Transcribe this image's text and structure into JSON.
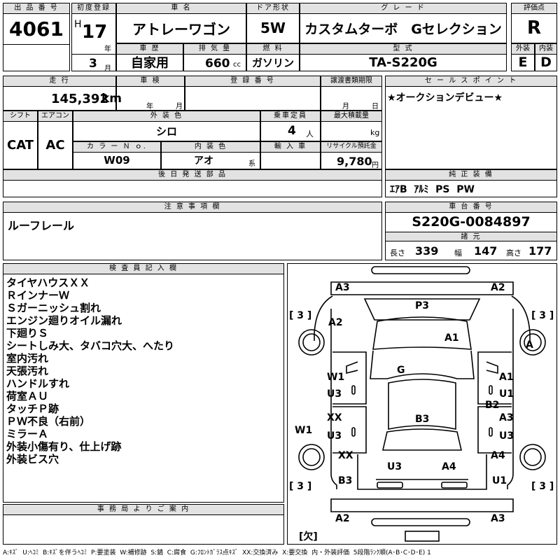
{
  "header": {
    "lot_no_label": "出 品 番 号",
    "lot_no": "4061",
    "first_reg_label": "初度登録",
    "era": "H",
    "year": "17",
    "year_unit": "年",
    "month": "3",
    "month_unit": "月",
    "car_name_label": "車 名",
    "car_name": "アトレーワゴン",
    "door_label": "ドア形状",
    "door": "5W",
    "grade_label": "グ レ ー ド",
    "grade": "カスタムターボ　Gセレクション",
    "score_label": "評価点",
    "score": "R",
    "history_label": "車 歴",
    "history": "自家用",
    "displacement_label": "排 気 量",
    "displacement": "660",
    "displacement_unit": "cc",
    "fuel_label": "燃 料",
    "fuel": "ガソリン",
    "model_label": "型 式",
    "model": "TA-S220G",
    "ext_label": "外装",
    "ext_grade": "E",
    "int_label": "内装",
    "int_grade": "D"
  },
  "specs": {
    "mileage_label": "走 行",
    "mileage": "145,392",
    "mileage_unit": "km",
    "inspection_label": "車 検",
    "insp_year_unit": "年",
    "insp_month_unit": "月",
    "regno_label": "登 録 番 号",
    "transfer_label": "譲渡書類期限",
    "transfer_month_unit": "月",
    "transfer_day_unit": "日",
    "shift_label": "シフト",
    "shift": "CAT",
    "ac_label": "エアコン",
    "ac": "AC",
    "color_label": "外 装 色",
    "color": "シロ",
    "capacity_label": "乗車定員",
    "capacity": "4",
    "capacity_unit": "人",
    "loadcap_label": "最大積載量",
    "loadcap_unit": "kg",
    "color_no_label": "カ ラ ー Ｎ ｏ.",
    "color_no": "W09",
    "interior_color_label": "内 装 色",
    "interior_color": "アオ",
    "interior_color_suffix": "系",
    "import_label": "輸 入 車",
    "recycle_label": "リサイクル預託金",
    "recycle": "9,780",
    "recycle_unit": "円"
  },
  "sales_point": {
    "label": "セ ー ル ス ポ イ ン ト",
    "text": "★オークションデビュー★"
  },
  "later_parts": {
    "label": "後 日 発 送 部 品"
  },
  "equipment": {
    "label": "純 正 装 備",
    "text": "ｴｱB  ｱﾙﾐ  PS  PW"
  },
  "notes": {
    "label": "注 意 事 項 欄",
    "text": "ルーフレール"
  },
  "chassis": {
    "label": "車 台 番 号",
    "number": "S220G-0084897"
  },
  "dimensions": {
    "label": "諸 元",
    "length_label": "長さ",
    "length": "339",
    "width_label": "幅",
    "width": "147",
    "height_label": "高さ",
    "height": "177"
  },
  "inspector": {
    "label": "検 査 員 記 入 欄",
    "lines": [
      "タイヤハウスＸＸ",
      "ＲインナーＷ",
      "Ｓガーニッシュ割れ",
      "エンジン廻りオイル漏れ",
      "下廻りＳ",
      "シートしみ大、タバコ穴大、へたり",
      "室内汚れ",
      "天張汚れ",
      "ハンドルすれ",
      "荷室ＡＵ",
      "タッチＰ跡",
      "ＰＷ不良（右前）",
      "ミラーＡ",
      "外装小傷有り、仕上げ跡",
      "外装ビス穴"
    ]
  },
  "office": {
    "label": "事 務 局 よ り ご 案 内"
  },
  "diagram_marks": {
    "a3_fl": "A3",
    "a2_fr": "A2",
    "p3": "P3",
    "bracket_l": "[ 3 ]",
    "bracket_r": "[ 3 ]",
    "a2_left": "A2",
    "a1_hood": "A1",
    "a_wheel": "A",
    "g": "G",
    "w1_l": "W1",
    "u3_l1": "U3",
    "a1_r": "A1",
    "u1_r1": "U1",
    "b2": "B2",
    "w1_side": "W1",
    "xx_l": "XX",
    "u3_l2": "U3",
    "b3_roof": "B3",
    "a3_r": "A3",
    "u3_r": "U3",
    "xx_lw": "XX",
    "u3_bot": "U3",
    "a4": "A4",
    "a4_r": "A4",
    "bracket_bl": "[ 3 ]",
    "bracket_br": "[ 3 ]",
    "b3_bot": "B3",
    "u1_r2": "U1",
    "a2_rear": "A2",
    "a3_rear": "A3",
    "missing": "[欠]"
  },
  "legend": "A:ｷｽﾞ  U:ﾍｺﾐ  B:ｷｽﾞを伴うﾍｺﾐ  P:要塗装  W:補修跡  S:錆  C:腐食  G:ﾌﾛﾝﾄｶﾞﾗｽ点ｷｽﾞ  XX:交換済み  X:要交換  内・外装評価  5段階ﾗﾝｸ順(A･B･C･D･E) 1"
}
